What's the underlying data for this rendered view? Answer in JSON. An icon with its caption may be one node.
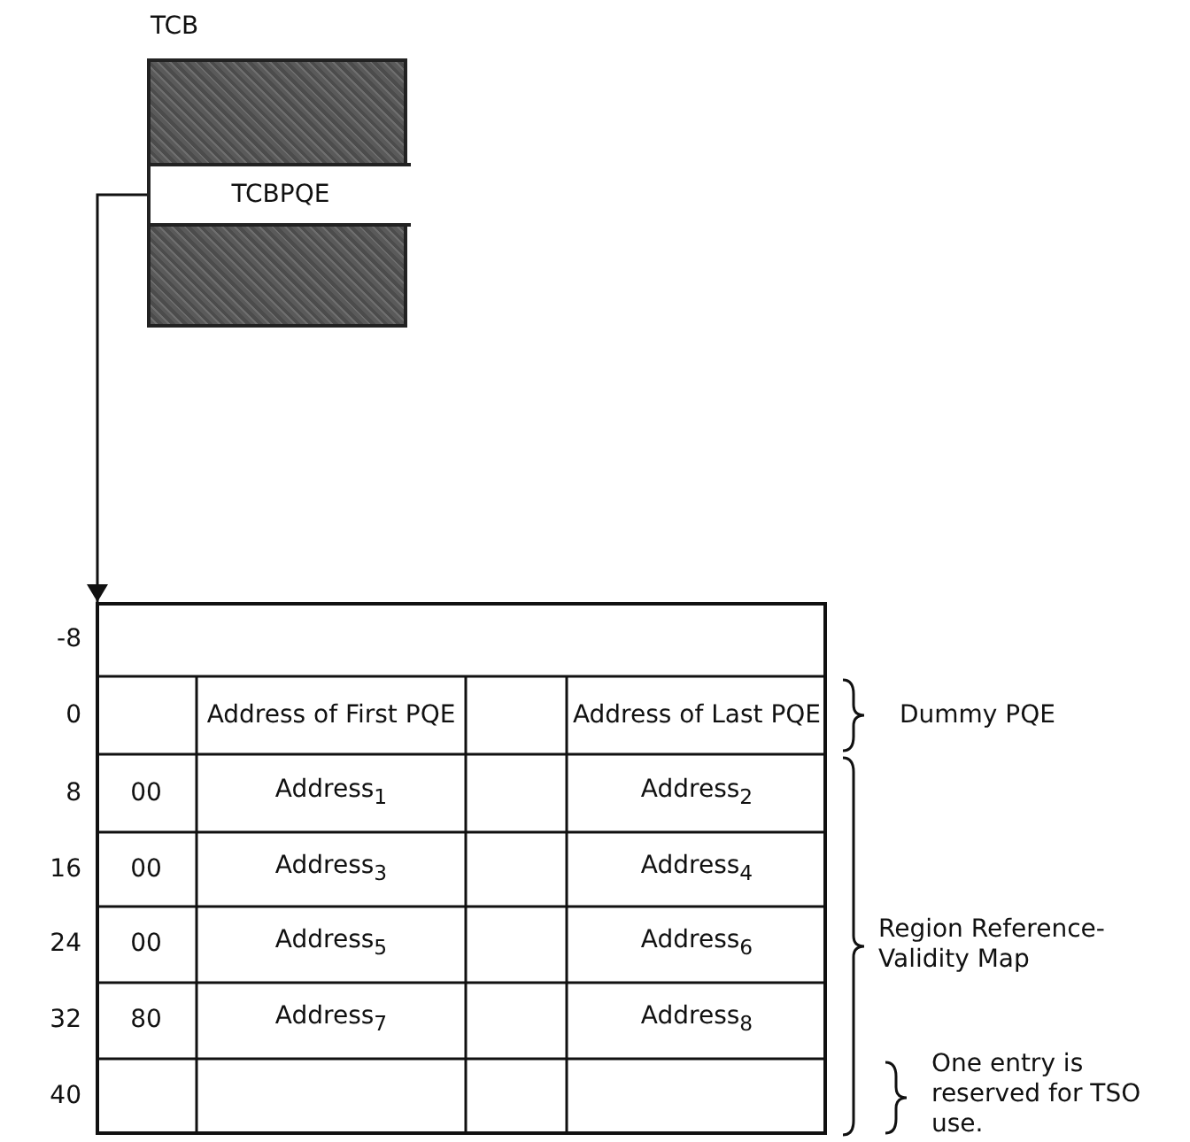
{
  "diagram": {
    "nodes": [
      {
        "text": [
          "TCB"
        ]
      },
      {
        "text": [
          "TCBPQE"
        ],
        "in": 0
      },
      {
        "text": [],
        "shape": "box"
      }
    ],
    "edges": [
      {
        "from": 1,
        "to": 2,
        "arrow": "to"
      }
    ],
    "labels": [
      "-8",
      "0",
      "Address of First PQE",
      "Address of Last PQE",
      "Dummy PQE",
      "8",
      "00",
      "Address$_{1}$",
      "Address$_{2}$",
      "16",
      "00",
      "Address$_{3}$",
      "Address$_{4}$",
      "24",
      "00",
      "Address$_{5}$",
      "Address$_{6}$",
      "Region Reference-Validity Map",
      "32",
      "80",
      "Address$_{7}$",
      "Address$_{8}$",
      "40",
      "One entry is reserved for TSO use."
    ]
  }
}
